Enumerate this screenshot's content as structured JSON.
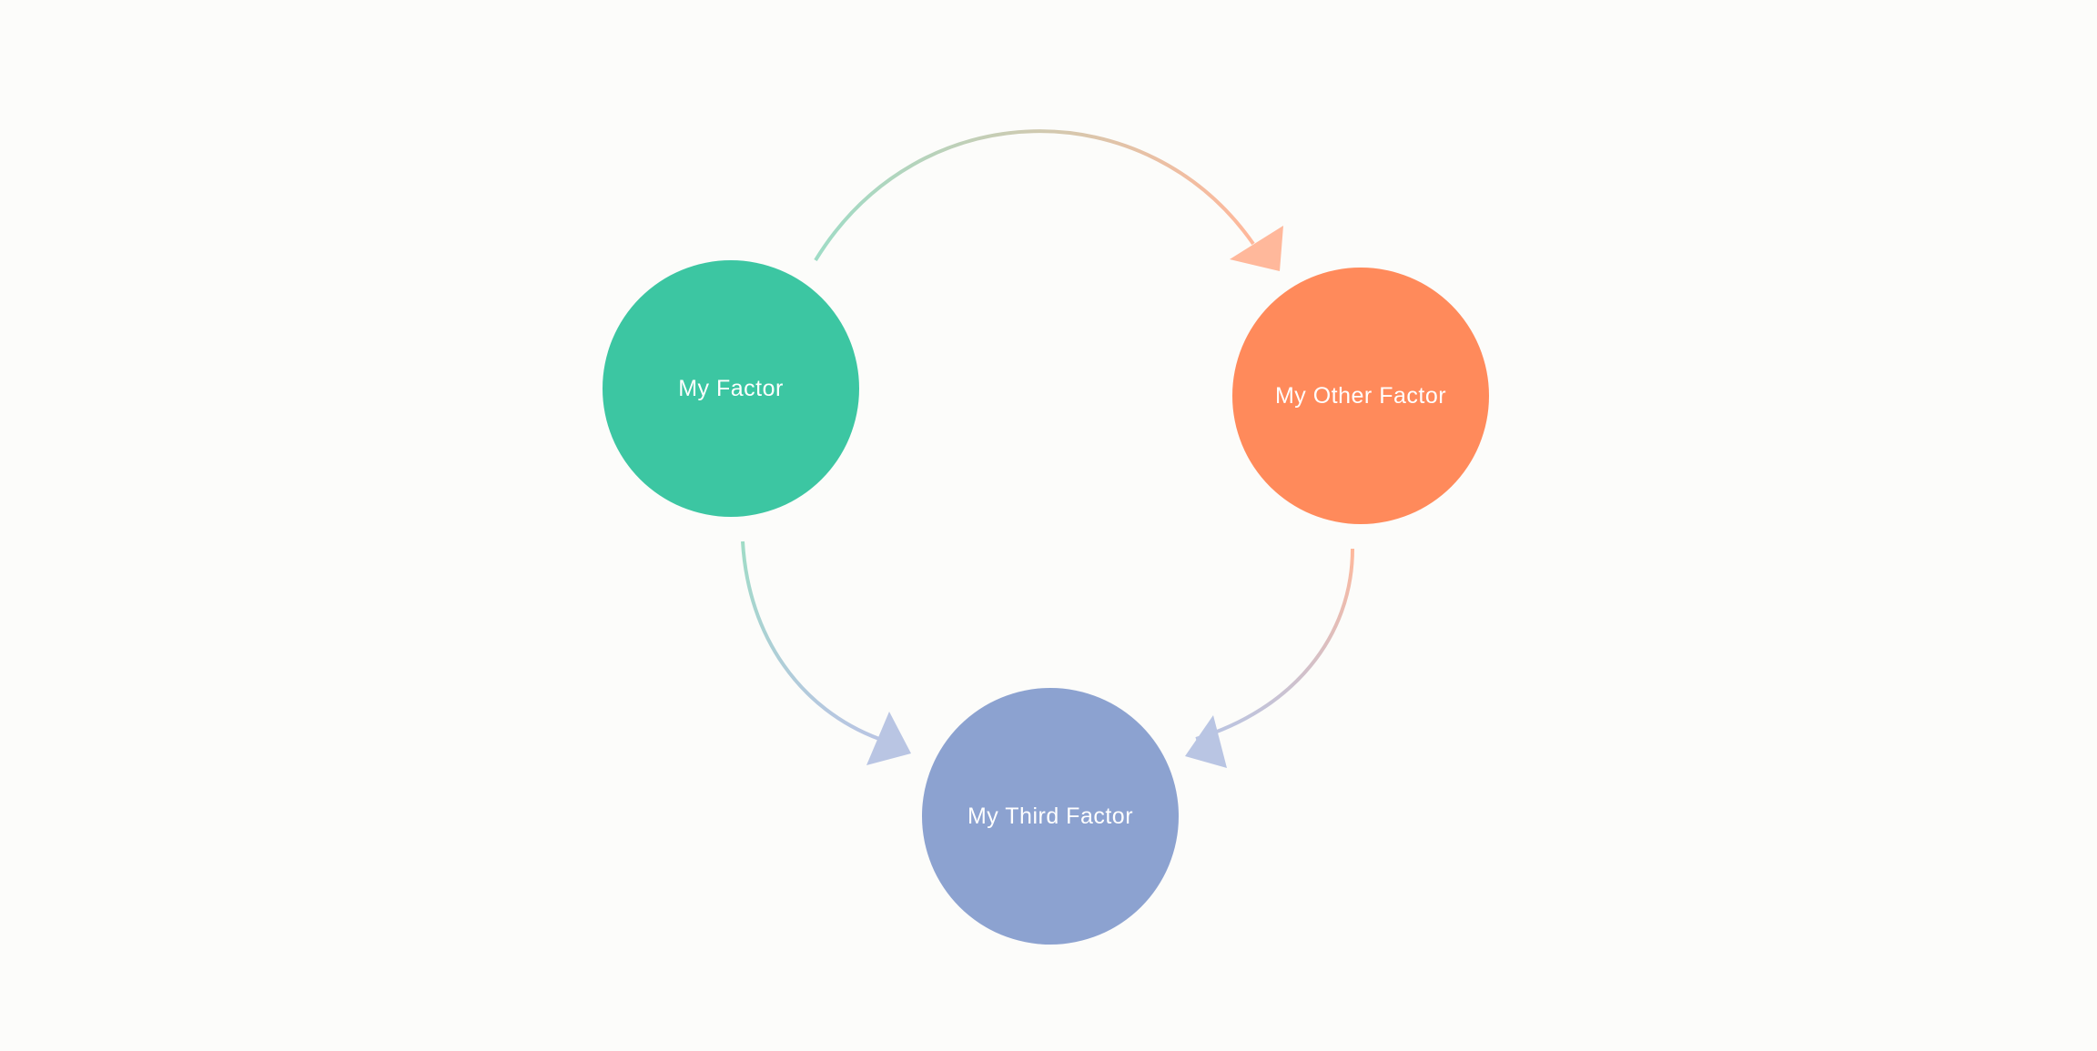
{
  "nodes": [
    {
      "label": "My Factor",
      "color": "#3cc6a2"
    },
    {
      "label": "My Other Factor",
      "color": "#ff8a5b"
    },
    {
      "label": "My Third Factor",
      "color": "#8ca2d0"
    }
  ],
  "edges": [
    {
      "from": "My Factor",
      "to": "My Other Factor"
    },
    {
      "from": "My Factor",
      "to": "My Third Factor"
    },
    {
      "from": "My Other Factor",
      "to": "My Third Factor"
    }
  ]
}
